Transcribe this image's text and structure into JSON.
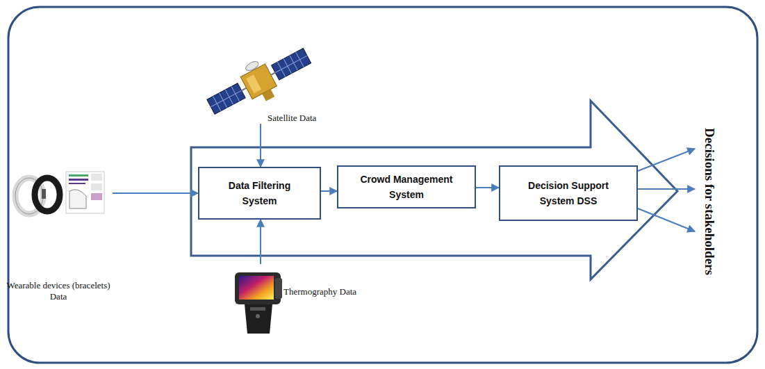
{
  "diagram": {
    "nodes": [
      {
        "text": [
          "Wearable devices (bracelets) Data"
        ]
      },
      {
        "text": [
          "Satellite Data"
        ]
      },
      {
        "text": [
          "Thermography Data"
        ]
      },
      {
        "text": [
          "Data Filtering System"
        ]
      },
      {
        "text": [
          "Crowd Management System"
        ]
      },
      {
        "text": [
          "Decision Support System DSS"
        ]
      }
    ],
    "edges": [
      {
        "from": 0,
        "to": 3,
        "arrow": "to"
      },
      {
        "from": 1,
        "to": 3,
        "arrow": "to"
      },
      {
        "from": 2,
        "to": 3,
        "arrow": "to"
      },
      {
        "from": 3,
        "to": 4,
        "arrow": "to"
      },
      {
        "from": 4,
        "to": 5,
        "arrow": "to"
      }
    ],
    "labels": [
      "Decisions for stakeholders"
    ]
  }
}
